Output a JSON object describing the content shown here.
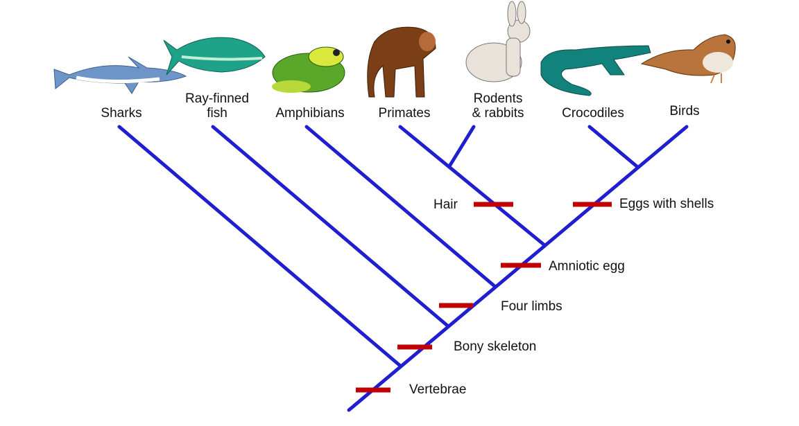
{
  "taxa": [
    {
      "name": "Sharks",
      "icon": "shark-icon"
    },
    {
      "name": "Ray-finned\nfish",
      "line1": "Ray-finned",
      "line2": "fish",
      "icon": "fish-icon"
    },
    {
      "name": "Amphibians",
      "icon": "frog-icon"
    },
    {
      "name": "Primates",
      "icon": "primate-icon"
    },
    {
      "name": "Rodents & rabbits",
      "line1": "Rodents",
      "line2": "& rabbits",
      "icon": "rabbit-icon"
    },
    {
      "name": "Crocodiles",
      "icon": "crocodile-icon"
    },
    {
      "name": "Birds",
      "icon": "bird-icon"
    }
  ],
  "traits": {
    "vertebrae": "Vertebrae",
    "bony_skeleton": "Bony skeleton",
    "four_limbs": "Four limbs",
    "amniotic_egg": "Amniotic egg",
    "hair": "Hair",
    "eggs_with_shells": "Eggs with shells"
  },
  "colors": {
    "branch": "#1f1fcf",
    "trait_bar": "#c00000"
  }
}
